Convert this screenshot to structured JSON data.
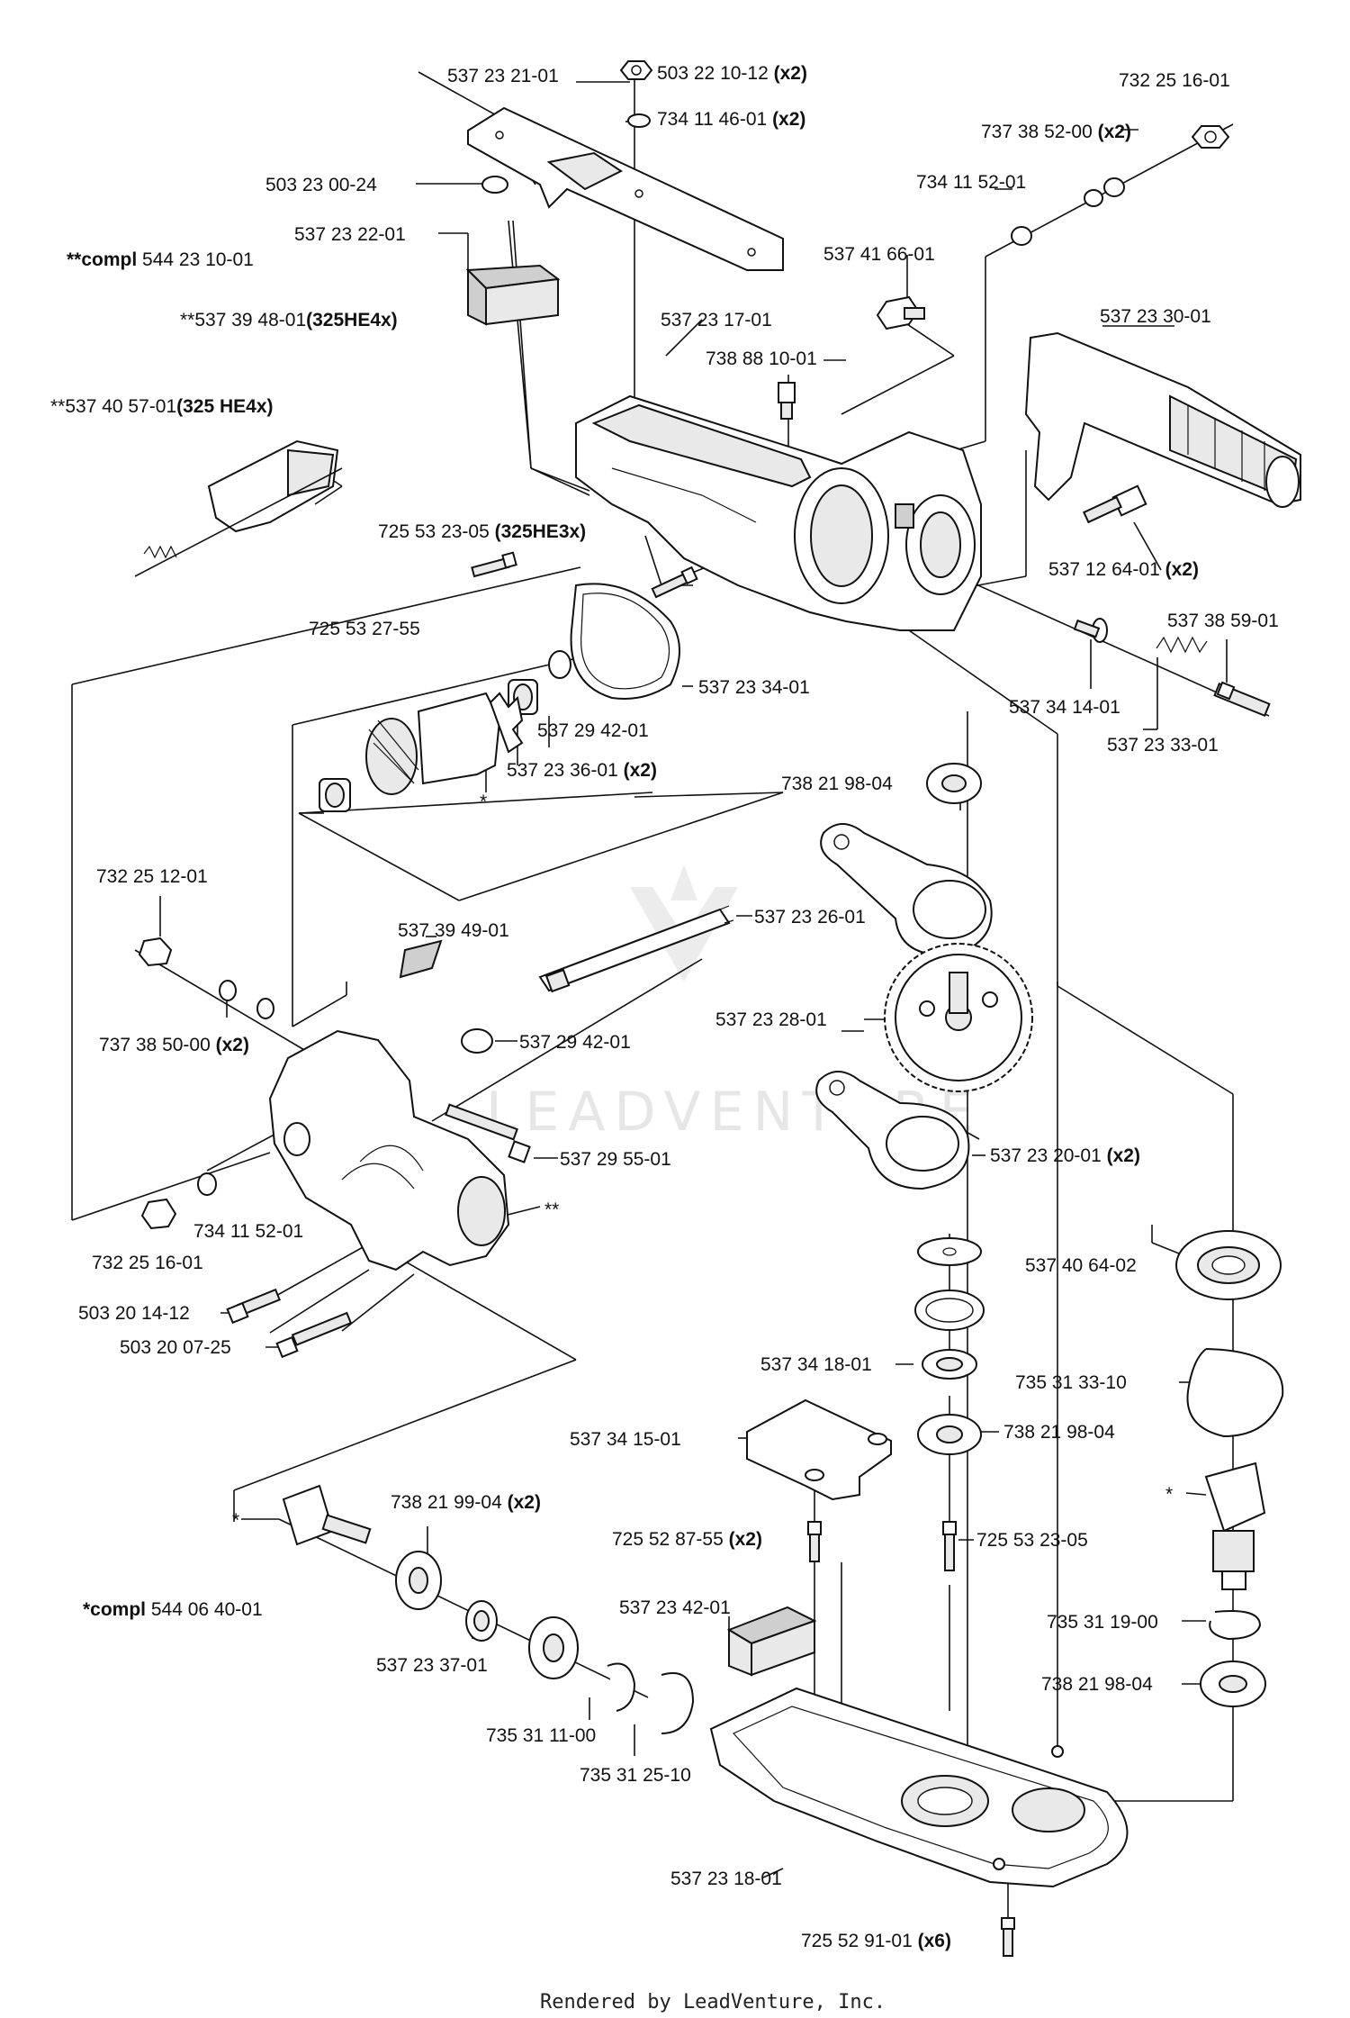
{
  "labels": {
    "p_537_23_21_01": "537 23 21-01",
    "p_503_22_10_12": "503 22 10-12",
    "p_503_22_10_12_q": "(x2)",
    "p_734_11_46_01": "734 11 46-01",
    "p_734_11_46_01_q": "(x2)",
    "p_732_25_16_01_top": "732 25 16-01",
    "p_737_38_52_00": "737 38 52-00",
    "p_737_38_52_00_q": "(x2)",
    "p_734_11_52_01_top": "734 11 52-01",
    "p_503_23_00_24": "503 23 00-24",
    "p_537_23_22_01": "537 23 22-01",
    "compl_544_23_10_01_pre": "**compl",
    "compl_544_23_10_01": " 544 23 10-01",
    "p_537_41_66_01": "537 41 66-01",
    "p_537_39_48_01": "**537 39 48-01",
    "p_537_39_48_01_m": "(325HE4x)",
    "p_537_23_17_01": "537 23 17-01",
    "p_537_23_30_01": "537 23 30-01",
    "p_738_88_10_01": "738 88 10-01",
    "p_537_40_57_01": "**537 40 57-01",
    "p_537_40_57_01_m": "(325 HE4x)",
    "p_725_53_23_05a": "725 53 23-05 ",
    "p_725_53_23_05a_m": "(325HE3x)",
    "p_537_12_64_01": "537 12 64-01 ",
    "p_537_12_64_01_q": "(x2)",
    "p_725_53_27_55": "725 53 27-55",
    "p_537_38_59_01": "537 38 59-01",
    "p_537_23_34_01": "537 23 34-01",
    "p_537_34_14_01": "537 34 14-01",
    "p_537_29_42_01a": "537 29 42-01",
    "p_537_23_33_01": "537 23 33-01",
    "p_537_23_36_01": "537 23 36-01 ",
    "p_537_23_36_01_q": "(x2)",
    "star_a": "*",
    "p_738_21_98_04a": "738 21 98-04",
    "p_732_25_12_01": "732 25 12-01",
    "p_537_23_26_01": "537 23 26-01",
    "p_537_39_49_01": "537 39 49-01",
    "p_737_38_50_00": "737 38 50-00 ",
    "p_737_38_50_00_q": "(x2)",
    "p_537_23_28_01": "537 23 28-01",
    "p_537_29_42_01b": "537 29 42-01",
    "p_537_23_20_01": "537 23 20-01 ",
    "p_537_23_20_01_q": "(x2)",
    "p_537_29_55_01": "537 29 55-01",
    "star_b": "**",
    "p_734_11_52_01b": "734 11 52-01",
    "p_732_25_16_01b": "732 25 16-01",
    "p_537_40_64_02": "537 40 64-02",
    "p_503_20_14_12": "503 20 14-12",
    "p_503_20_07_25": "503 20 07-25",
    "p_735_31_33_10": "735 31 33-10",
    "p_537_34_18_01": "537 34 18-01",
    "p_537_34_15_01": "537 34 15-01",
    "p_738_21_98_04b": "738 21 98-04",
    "star_c": "*",
    "star_d": "*",
    "p_738_21_99_04": "738 21 99-04 ",
    "p_738_21_99_04_q": "(x2)",
    "p_725_52_87_55": "725 52 87-55 ",
    "p_725_52_87_55_q": "(x2)",
    "p_725_53_23_05b": "725 53 23-05",
    "compl_544_06_40_01_pre": "*compl",
    "compl_544_06_40_01": " 544 06 40-01",
    "p_537_23_42_01": "537 23 42-01",
    "p_735_31_19_00": "735 31 19-00",
    "p_537_23_37_01": "537 23 37-01",
    "p_738_21_98_04c": "738 21 98-04",
    "p_735_31_11_00": "735 31 11-00",
    "p_735_31_25_10": "735 31 25-10",
    "p_537_23_18_01": "537 23 18-01",
    "p_725_52_91_01": "725 52 91-01 ",
    "p_725_52_91_01_q": "(x6)"
  },
  "watermark": "LEADVENTURE",
  "footer": "Rendered by LeadVenture, Inc."
}
